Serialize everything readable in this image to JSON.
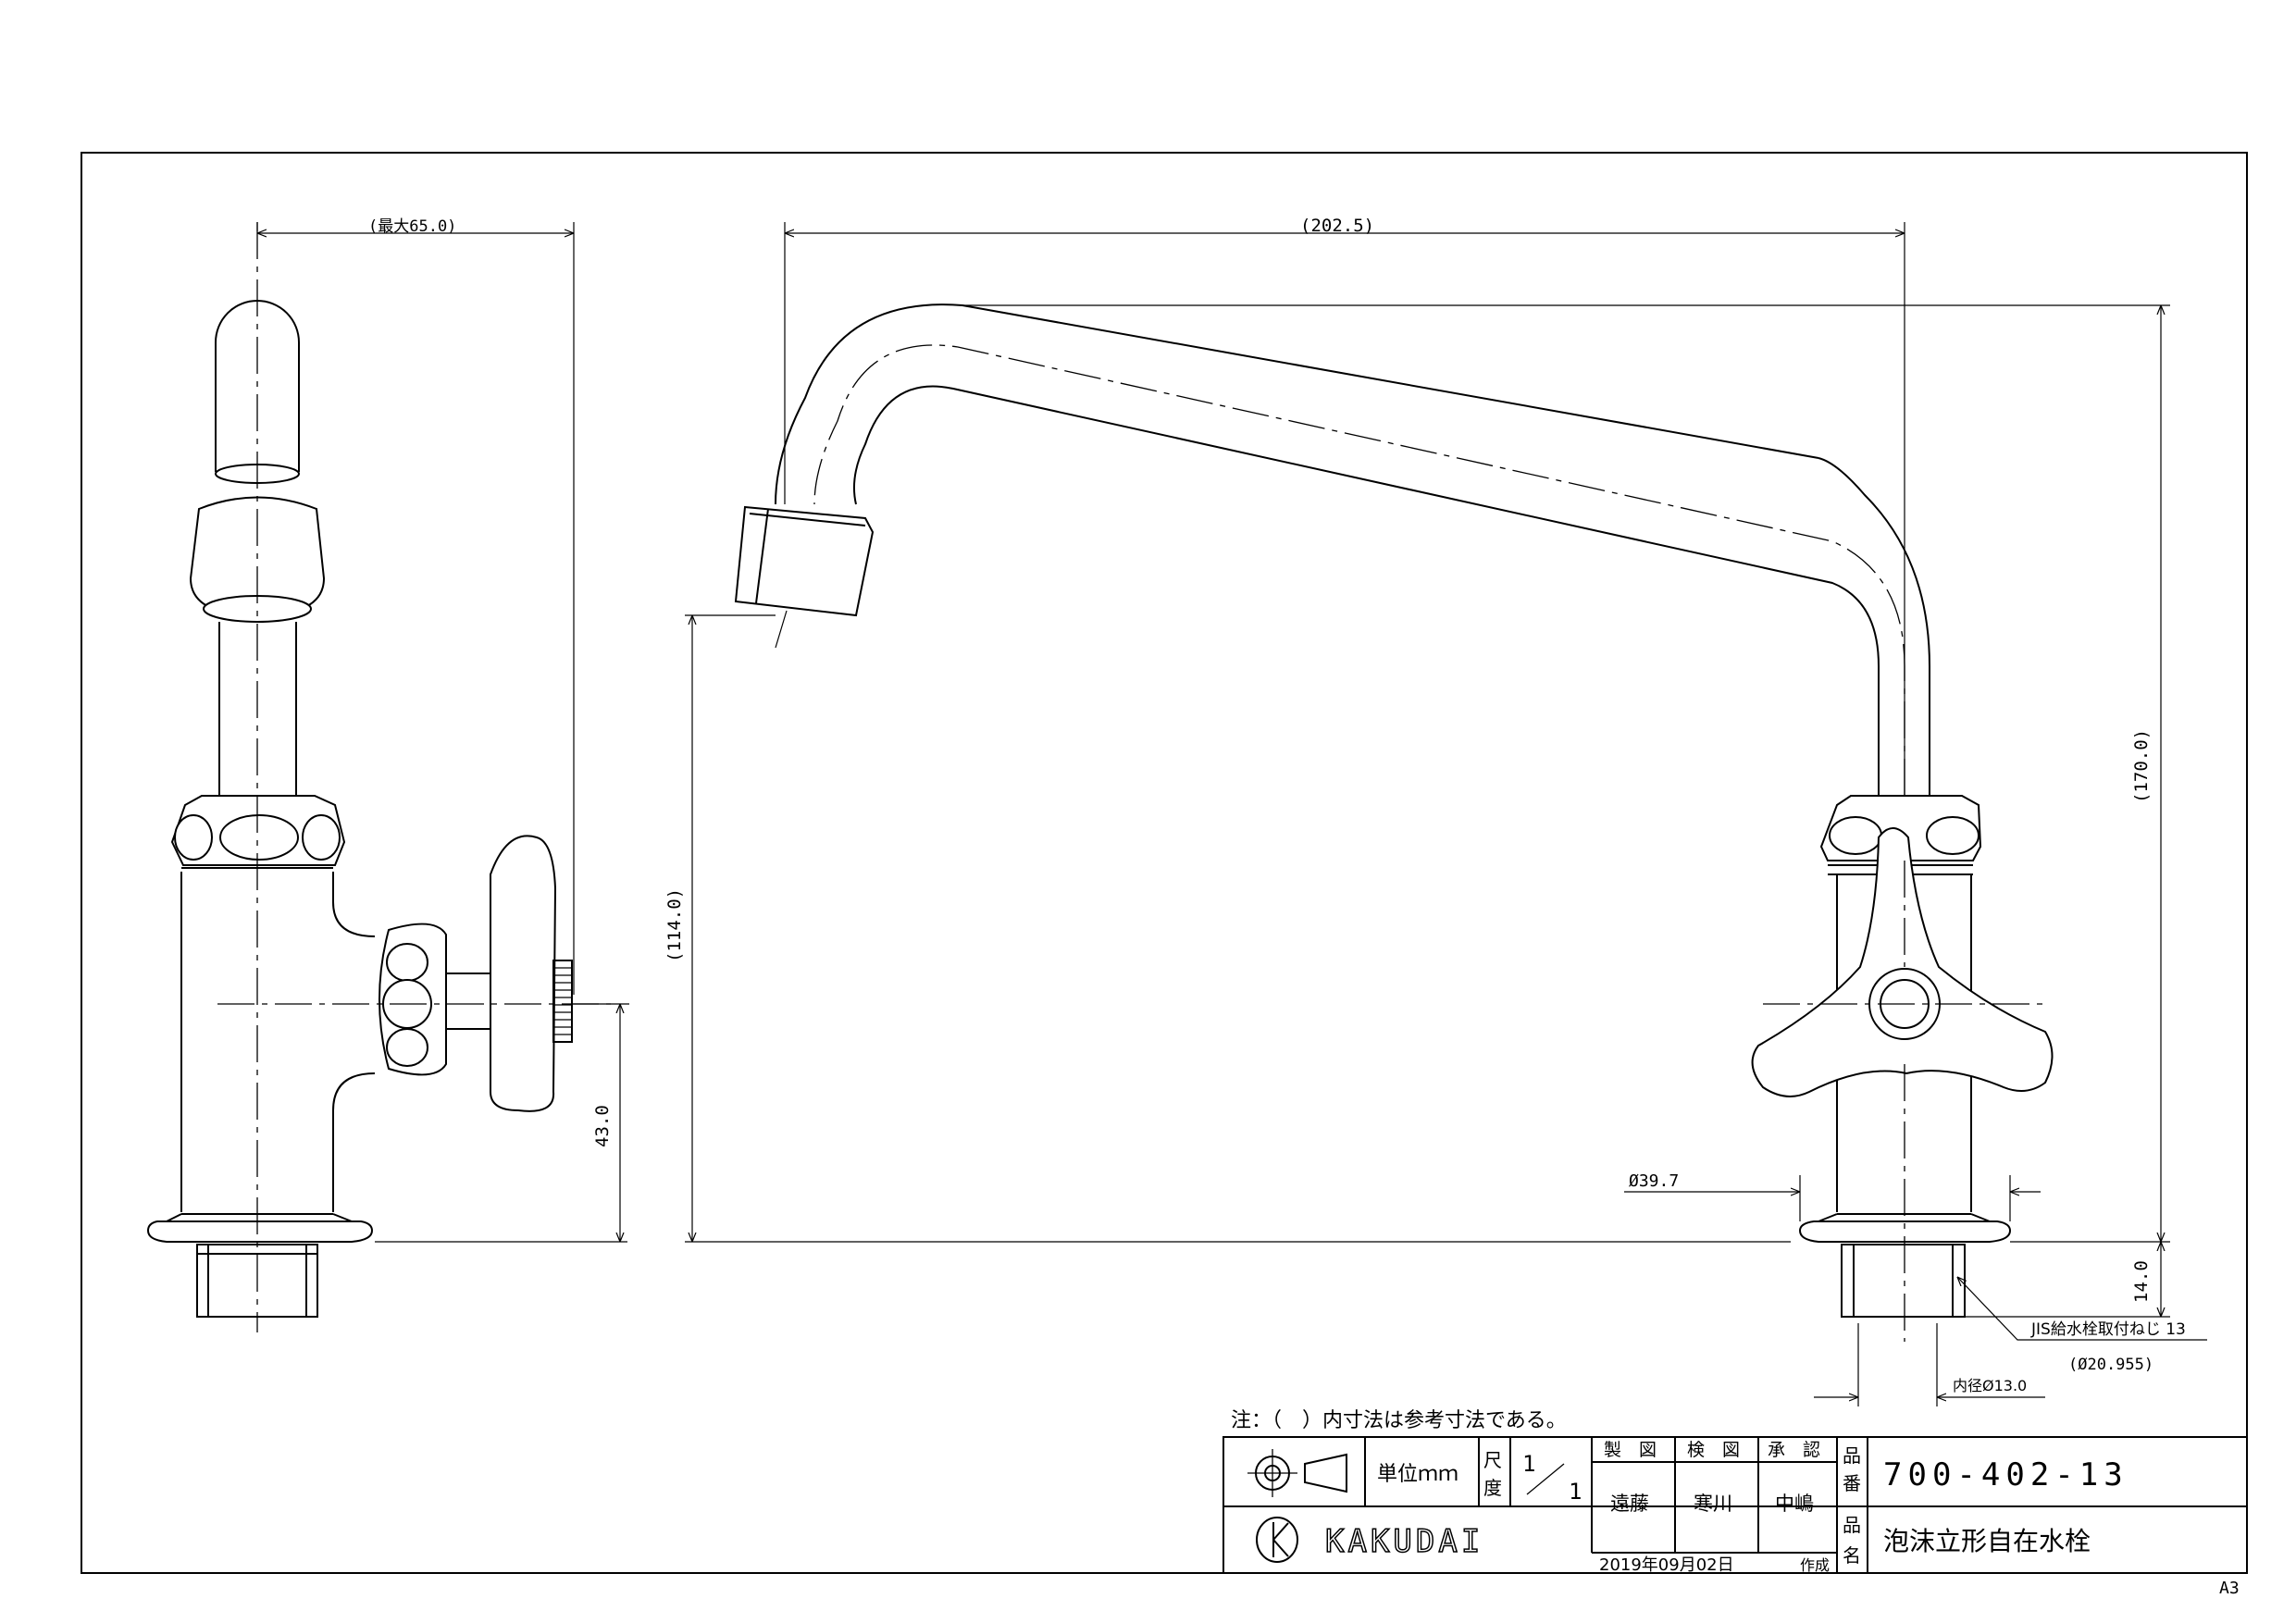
{
  "dimensions": {
    "max_width": "(最大65.0)",
    "spout_reach": "(202.5)",
    "total_height": "(170.0)",
    "spout_height": "(114.0)",
    "handle_height": "43.0",
    "thread_length": "14.0",
    "base_dia": "Ø39.7",
    "thread_spec": "JIS給水栓取付ねじ 13",
    "thread_dia": "(Ø20.955)",
    "inner_dia": "内径Ø13.0"
  },
  "note": "注：（　）内寸法は参考寸法である。",
  "title_block": {
    "unit_label": "単位ｍｍ",
    "scale_label_top": "尺",
    "scale_label_bottom": "度",
    "scale_num": "1",
    "scale_den": "1",
    "drawn_label": "製　図",
    "checked_label": "検　図",
    "approved_label": "承　認",
    "drawn_by": "遠藤",
    "checked_by": "寒川",
    "approved_by": "中嶋",
    "company": "KAKUDAI",
    "date": "2019年09月02日",
    "created_label": "作成",
    "part_no_label_1": "品",
    "part_no_label_2": "番",
    "part_no": "700-402-13",
    "name_label_1": "品",
    "name_label_2": "名",
    "product_name": "泡沫立形自在水栓"
  },
  "sheet_size": "A3"
}
